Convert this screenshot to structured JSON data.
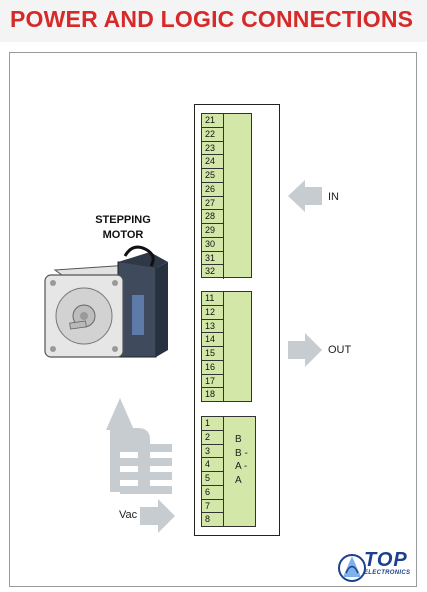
{
  "title": "POWER AND LOGIC CONNECTIONS",
  "motor_label": [
    "STEPPING",
    "MOTOR"
  ],
  "blocks": {
    "in": {
      "pins": [
        "21",
        "22",
        "23",
        "24",
        "25",
        "26",
        "27",
        "28",
        "29",
        "30",
        "31",
        "32"
      ]
    },
    "out": {
      "pins": [
        "11",
        "12",
        "13",
        "14",
        "15",
        "16",
        "17",
        "18"
      ]
    },
    "power": {
      "pins": [
        "1",
        "2",
        "3",
        "4",
        "5",
        "6",
        "7",
        "8"
      ]
    }
  },
  "signals": [
    "B",
    "B -",
    "A -",
    "A"
  ],
  "arrows": {
    "in": "IN",
    "out": "OUT",
    "vac": "Vac"
  },
  "logo": {
    "name": "TOP",
    "sub": "ELECTRONICS"
  },
  "colors": {
    "title": "#d62a2a",
    "terminal_fill": "#d3e7a8",
    "arrow_fill": "#c6ccd0",
    "logo": "#1d3f8f"
  }
}
